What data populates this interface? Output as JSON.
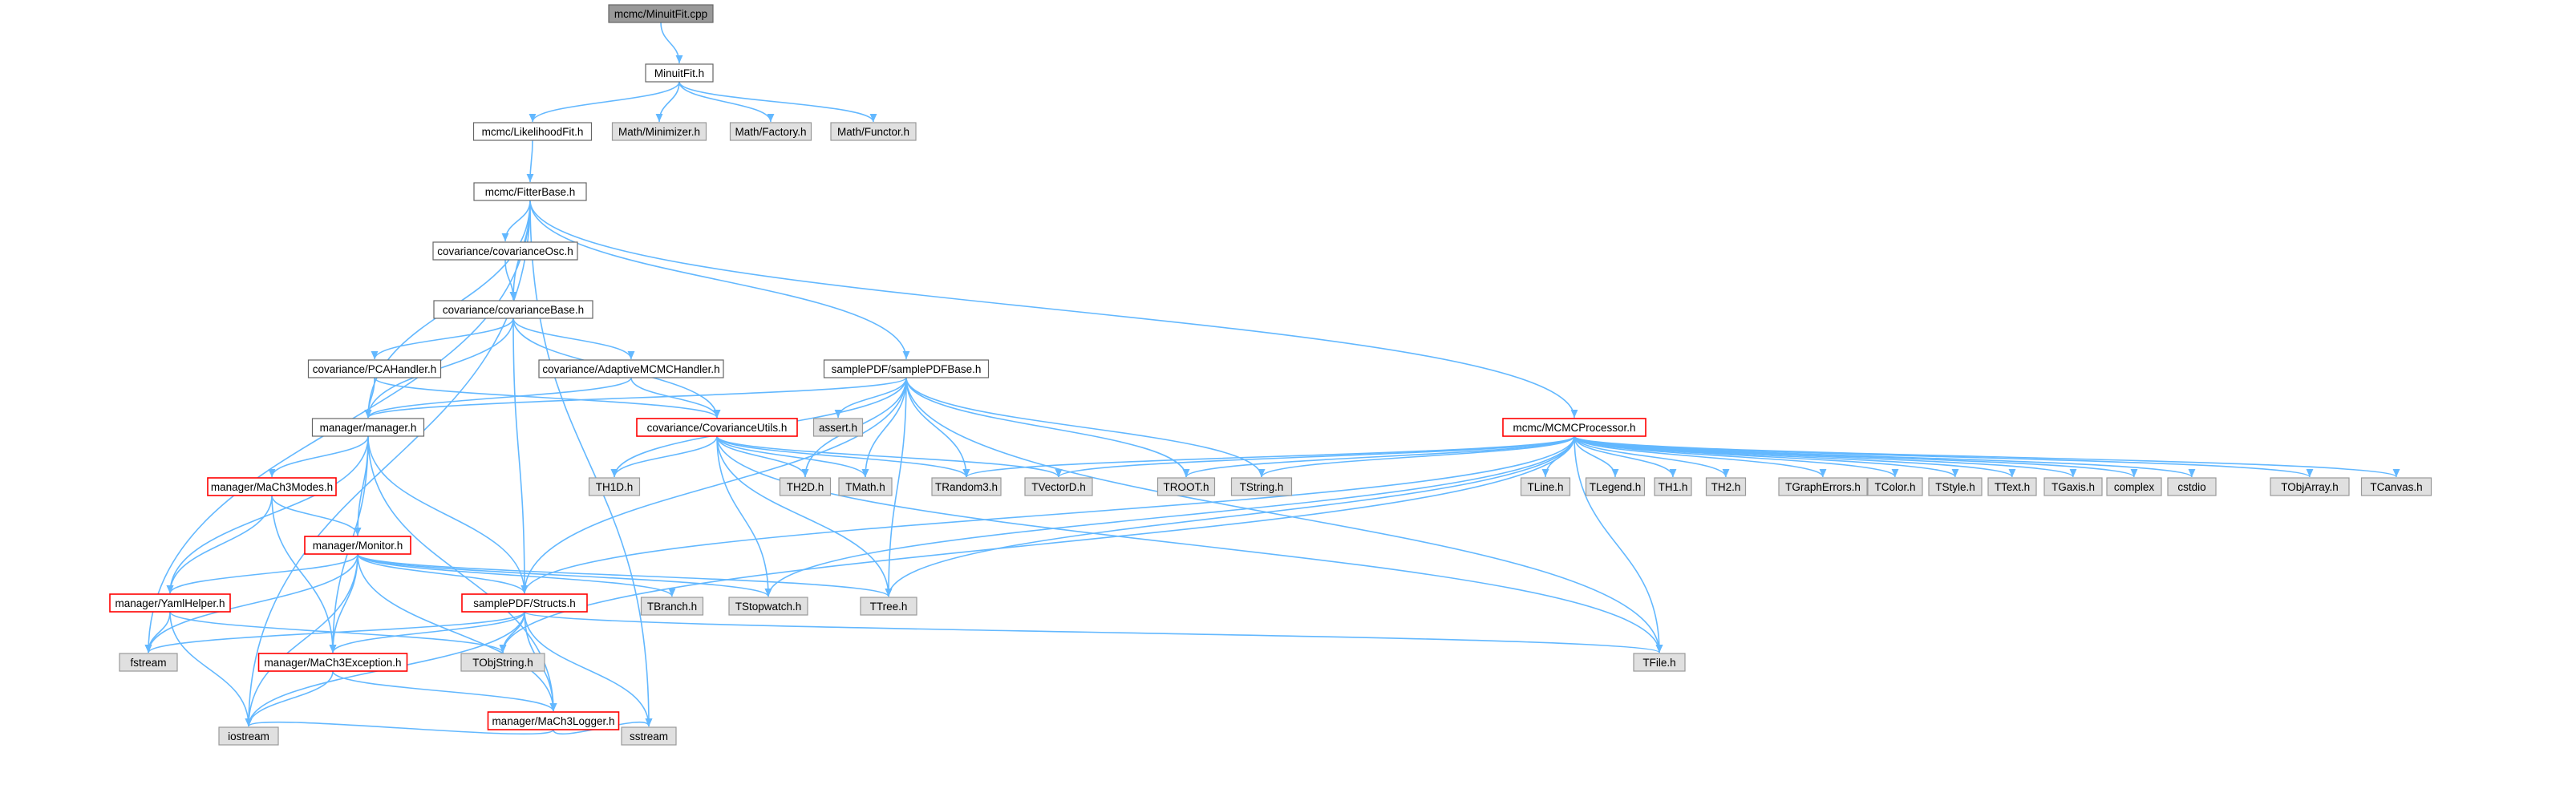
{
  "colors": {
    "edge": "#63b8ff",
    "root_fill": "#999999",
    "root_stroke": "#666666",
    "normal_fill": "#ffffff",
    "normal_stroke": "#666666",
    "external_fill": "#e0e0e0",
    "external_stroke": "#999999",
    "truncated_stroke": "#ff0000",
    "text": "#000000"
  },
  "nodes": [
    {
      "id": "root",
      "label": "mcmc/MinuitFit.cpp",
      "kind": "root"
    },
    {
      "id": "minuit_h",
      "label": "MinuitFit.h",
      "kind": "normal"
    },
    {
      "id": "likelihood",
      "label": "mcmc/LikelihoodFit.h",
      "kind": "normal"
    },
    {
      "id": "minimizer",
      "label": "Math/Minimizer.h",
      "kind": "external"
    },
    {
      "id": "factory",
      "label": "Math/Factory.h",
      "kind": "external"
    },
    {
      "id": "functor",
      "label": "Math/Functor.h",
      "kind": "external"
    },
    {
      "id": "fitterbase",
      "label": "mcmc/FitterBase.h",
      "kind": "normal"
    },
    {
      "id": "covosc",
      "label": "covariance/covarianceOsc.h",
      "kind": "normal"
    },
    {
      "id": "covbase",
      "label": "covariance/covarianceBase.h",
      "kind": "normal"
    },
    {
      "id": "pca",
      "label": "covariance/PCAHandler.h",
      "kind": "normal"
    },
    {
      "id": "adaptive",
      "label": "covariance/AdaptiveMCMCHandler.h",
      "kind": "normal"
    },
    {
      "id": "samplepdf",
      "label": "samplePDF/samplePDFBase.h",
      "kind": "normal"
    },
    {
      "id": "mcmcproc",
      "label": "mcmc/MCMCProcessor.h",
      "kind": "truncated"
    },
    {
      "id": "manager",
      "label": "manager/manager.h",
      "kind": "normal"
    },
    {
      "id": "covutils",
      "label": "covariance/CovarianceUtils.h",
      "kind": "truncated"
    },
    {
      "id": "assert",
      "label": "assert.h",
      "kind": "external"
    },
    {
      "id": "modes",
      "label": "manager/MaCh3Modes.h",
      "kind": "truncated"
    },
    {
      "id": "monitor",
      "label": "manager/Monitor.h",
      "kind": "truncated"
    },
    {
      "id": "yaml",
      "label": "manager/YamlHelper.h",
      "kind": "truncated"
    },
    {
      "id": "structs",
      "label": "samplePDF/Structs.h",
      "kind": "truncated"
    },
    {
      "id": "exception",
      "label": "manager/MaCh3Exception.h",
      "kind": "truncated"
    },
    {
      "id": "logger",
      "label": "manager/MaCh3Logger.h",
      "kind": "truncated"
    },
    {
      "id": "th1d",
      "label": "TH1D.h",
      "kind": "external"
    },
    {
      "id": "th2d",
      "label": "TH2D.h",
      "kind": "external"
    },
    {
      "id": "tmath",
      "label": "TMath.h",
      "kind": "external"
    },
    {
      "id": "trandom3",
      "label": "TRandom3.h",
      "kind": "external"
    },
    {
      "id": "tvectord",
      "label": "TVectorD.h",
      "kind": "external"
    },
    {
      "id": "troot",
      "label": "TROOT.h",
      "kind": "external"
    },
    {
      "id": "tstring",
      "label": "TString.h",
      "kind": "external"
    },
    {
      "id": "tline",
      "label": "TLine.h",
      "kind": "external"
    },
    {
      "id": "tlegend",
      "label": "TLegend.h",
      "kind": "external"
    },
    {
      "id": "th1",
      "label": "TH1.h",
      "kind": "external"
    },
    {
      "id": "th2",
      "label": "TH2.h",
      "kind": "external"
    },
    {
      "id": "tgrapherrors",
      "label": "TGraphErrors.h",
      "kind": "external"
    },
    {
      "id": "tcolor",
      "label": "TColor.h",
      "kind": "external"
    },
    {
      "id": "tstyle",
      "label": "TStyle.h",
      "kind": "external"
    },
    {
      "id": "ttext",
      "label": "TText.h",
      "kind": "external"
    },
    {
      "id": "tgaxis",
      "label": "TGaxis.h",
      "kind": "external"
    },
    {
      "id": "complex",
      "label": "complex",
      "kind": "external"
    },
    {
      "id": "cstdio",
      "label": "cstdio",
      "kind": "external"
    },
    {
      "id": "tobjarray",
      "label": "TObjArray.h",
      "kind": "external"
    },
    {
      "id": "tcanvas",
      "label": "TCanvas.h",
      "kind": "external"
    },
    {
      "id": "tbranch",
      "label": "TBranch.h",
      "kind": "external"
    },
    {
      "id": "tstopwatch",
      "label": "TStopwatch.h",
      "kind": "external"
    },
    {
      "id": "ttree",
      "label": "TTree.h",
      "kind": "external"
    },
    {
      "id": "tobjstring",
      "label": "TObjString.h",
      "kind": "external"
    },
    {
      "id": "tfile",
      "label": "TFile.h",
      "kind": "external"
    },
    {
      "id": "fstream",
      "label": "fstream",
      "kind": "external"
    },
    {
      "id": "iostream",
      "label": "iostream",
      "kind": "external"
    },
    {
      "id": "sstream",
      "label": "sstream",
      "kind": "external"
    }
  ],
  "edges": [
    [
      "root",
      "minuit_h"
    ],
    [
      "minuit_h",
      "likelihood"
    ],
    [
      "minuit_h",
      "minimizer"
    ],
    [
      "minuit_h",
      "factory"
    ],
    [
      "minuit_h",
      "functor"
    ],
    [
      "likelihood",
      "fitterbase"
    ],
    [
      "fitterbase",
      "covosc"
    ],
    [
      "fitterbase",
      "covbase"
    ],
    [
      "fitterbase",
      "manager"
    ],
    [
      "fitterbase",
      "samplepdf"
    ],
    [
      "fitterbase",
      "mcmcproc"
    ],
    [
      "fitterbase",
      "fstream"
    ],
    [
      "fitterbase",
      "iostream"
    ],
    [
      "fitterbase",
      "sstream"
    ],
    [
      "covosc",
      "covbase"
    ],
    [
      "covbase",
      "pca"
    ],
    [
      "covbase",
      "adaptive"
    ],
    [
      "covbase",
      "manager"
    ],
    [
      "covbase",
      "covutils"
    ],
    [
      "covbase",
      "structs"
    ],
    [
      "pca",
      "manager"
    ],
    [
      "pca",
      "covutils"
    ],
    [
      "adaptive",
      "manager"
    ],
    [
      "adaptive",
      "covutils"
    ],
    [
      "samplepdf",
      "manager"
    ],
    [
      "samplepdf",
      "assert"
    ],
    [
      "samplepdf",
      "th1d"
    ],
    [
      "samplepdf",
      "th2d"
    ],
    [
      "samplepdf",
      "tmath"
    ],
    [
      "samplepdf",
      "trandom3"
    ],
    [
      "samplepdf",
      "troot"
    ],
    [
      "samplepdf",
      "tstring"
    ],
    [
      "samplepdf",
      "ttree"
    ],
    [
      "samplepdf",
      "structs"
    ],
    [
      "samplepdf",
      "tfile"
    ],
    [
      "covutils",
      "th1d"
    ],
    [
      "covutils",
      "th2d"
    ],
    [
      "covutils",
      "tmath"
    ],
    [
      "covutils",
      "trandom3"
    ],
    [
      "covutils",
      "tvectord"
    ],
    [
      "covutils",
      "tstopwatch"
    ],
    [
      "covutils",
      "ttree"
    ],
    [
      "covutils",
      "tfile"
    ],
    [
      "mcmcproc",
      "trandom3"
    ],
    [
      "mcmcproc",
      "tvectord"
    ],
    [
      "mcmcproc",
      "troot"
    ],
    [
      "mcmcproc",
      "tstring"
    ],
    [
      "mcmcproc",
      "tline"
    ],
    [
      "mcmcproc",
      "tlegend"
    ],
    [
      "mcmcproc",
      "th1"
    ],
    [
      "mcmcproc",
      "th2"
    ],
    [
      "mcmcproc",
      "tgrapherrors"
    ],
    [
      "mcmcproc",
      "tcolor"
    ],
    [
      "mcmcproc",
      "tstyle"
    ],
    [
      "mcmcproc",
      "ttext"
    ],
    [
      "mcmcproc",
      "tgaxis"
    ],
    [
      "mcmcproc",
      "complex"
    ],
    [
      "mcmcproc",
      "cstdio"
    ],
    [
      "mcmcproc",
      "tobjarray"
    ],
    [
      "mcmcproc",
      "tcanvas"
    ],
    [
      "mcmcproc",
      "tstopwatch"
    ],
    [
      "mcmcproc",
      "ttree"
    ],
    [
      "mcmcproc",
      "tobjstring"
    ],
    [
      "mcmcproc",
      "tfile"
    ],
    [
      "mcmcproc",
      "structs"
    ],
    [
      "manager",
      "modes"
    ],
    [
      "manager",
      "monitor"
    ],
    [
      "manager",
      "yaml"
    ],
    [
      "manager",
      "structs"
    ],
    [
      "manager",
      "exception"
    ],
    [
      "manager",
      "logger"
    ],
    [
      "modes",
      "monitor"
    ],
    [
      "modes",
      "yaml"
    ],
    [
      "modes",
      "exception"
    ],
    [
      "monitor",
      "yaml"
    ],
    [
      "monitor",
      "structs"
    ],
    [
      "monitor",
      "tbranch"
    ],
    [
      "monitor",
      "tstopwatch"
    ],
    [
      "monitor",
      "ttree"
    ],
    [
      "monitor",
      "fstream"
    ],
    [
      "monitor",
      "exception"
    ],
    [
      "monitor",
      "logger"
    ],
    [
      "monitor",
      "iostream"
    ],
    [
      "yaml",
      "fstream"
    ],
    [
      "yaml",
      "tobjstring"
    ],
    [
      "yaml",
      "iostream"
    ],
    [
      "structs",
      "fstream"
    ],
    [
      "structs",
      "tobjstring"
    ],
    [
      "structs",
      "exception"
    ],
    [
      "structs",
      "logger"
    ],
    [
      "structs",
      "iostream"
    ],
    [
      "structs",
      "sstream"
    ],
    [
      "structs",
      "tfile"
    ],
    [
      "exception",
      "logger"
    ],
    [
      "exception",
      "iostream"
    ],
    [
      "logger",
      "iostream"
    ],
    [
      "logger",
      "sstream"
    ]
  ]
}
